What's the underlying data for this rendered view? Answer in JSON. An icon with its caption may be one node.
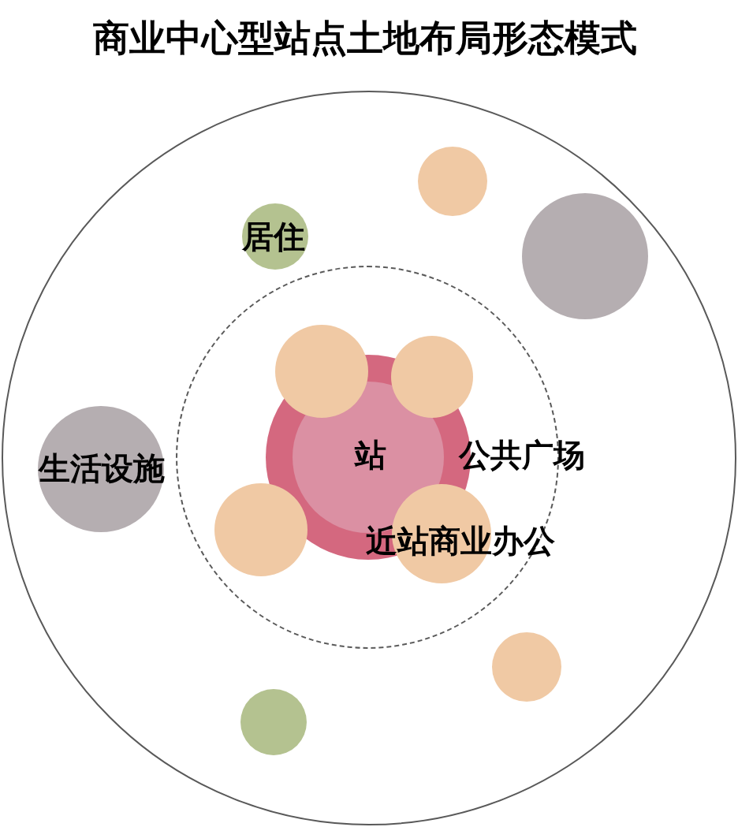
{
  "diagram": {
    "title": "商业中心型站点土地布局形态模式",
    "nodes": [
      {
        "text": [],
        "shape": "circle"
      },
      {
        "text": [],
        "shape": "circle",
        "in": 0
      },
      {
        "text": [
          "居住"
        ],
        "in": 0
      },
      {
        "text": [],
        "shape": "circle",
        "in": 0
      },
      {
        "text": [],
        "shape": "circle",
        "in": 0
      },
      {
        "text": [],
        "shape": "circle",
        "in": 4
      },
      {
        "text": [],
        "shape": "circle",
        "in": 4
      },
      {
        "text": [
          "公共广场"
        ],
        "in": 4
      },
      {
        "text": [
          "站"
        ],
        "in": 7
      },
      {
        "text": [
          "生活设施"
        ],
        "in": 0
      },
      {
        "text": [],
        "shape": "circle",
        "in": 4
      },
      {
        "text": [
          "近站商业办公"
        ],
        "in": 4
      },
      {
        "text": [],
        "shape": "circle",
        "in": 0
      },
      {
        "text": [],
        "shape": "circle",
        "in": 0
      }
    ]
  }
}
